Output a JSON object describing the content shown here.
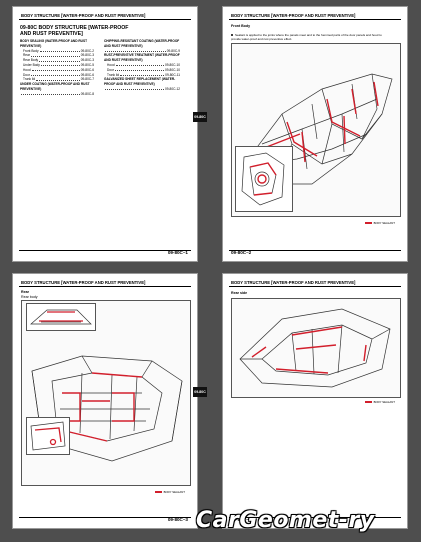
{
  "pages": [
    {
      "header": "BODY STRUCTURE [WATER-PROOF AND RUST PREVENTIVE]",
      "title": "09-80C BODY STRUCTURE [WATER-PROOF AND RUST PREVENTIVE]",
      "toc_left_heading": "BODY SEALING (WATER-PROOF AND RUST PREVENTIVE)",
      "toc_left": [
        {
          "label": "Front Body",
          "ref": "09-80C-2"
        },
        {
          "label": "Rear",
          "ref": "09-80C-3"
        },
        {
          "label": "Rear Body",
          "ref": "09-80C-3"
        },
        {
          "label": "Under Body",
          "ref": "09-80C-5"
        },
        {
          "label": "Hood",
          "ref": "09-80C-6"
        },
        {
          "label": "Door",
          "ref": "09-80C-6"
        },
        {
          "label": "Trunk lid",
          "ref": "09-80C-7"
        }
      ],
      "toc_left_heading2": "UNDER COATING (WATER-PROOF AND RUST PREVENTIVE)",
      "toc_left_heading2_ref": "09-80C-8",
      "toc_right_heading": "CHIPPING-RESISTANT COATING (WATER-PROOF AND RUST PREVENTIVE)",
      "toc_right_heading_ref": "09-80C-9",
      "toc_right_heading2": "RUST-PREVENTIVE TREATMENT (WATER-PROOF AND RUST PREVENTIVE)",
      "toc_right": [
        {
          "label": "Hood",
          "ref": "09-80C-10"
        },
        {
          "label": "Door",
          "ref": "09-80C-10"
        },
        {
          "label": "Trunk lid",
          "ref": "09-80C-11"
        }
      ],
      "toc_right_heading3": "GALVANIZED SHEET REPLACEMENT (WATER-PROOF AND RUST PREVENTIVE)",
      "toc_right_heading3_ref": "09-80C-12",
      "page_number": "09-80C–1"
    },
    {
      "header": "BODY STRUCTURE [WATER-PROOF AND RUST PREVENTIVE]",
      "section": "Front Body",
      "bullet": "Sealant is applied to the joints where the panels meet and to the hemmed parts of the door panels and hood to provide water-proof and rust preventive effect.",
      "legend": "BODY SEALANT",
      "page_number": "09-80C–2"
    },
    {
      "header": "BODY STRUCTURE [WATER-PROOF AND RUST PREVENTIVE]",
      "section": "Rear",
      "subsection": "Rear body",
      "legend": "BODY SEALANT",
      "page_number": "09-80C–3"
    },
    {
      "header": "BODY STRUCTURE [WATER-PROOF AND RUST PREVENTIVE]",
      "section": "Rear side",
      "legend": "BODY SEALANT",
      "page_number": "09-80C–4"
    }
  ],
  "side_tab": "09-80C",
  "watermark": "CarGeomet-ry",
  "colors": {
    "sealant": "#d21f2c",
    "background": "#4e4e4e"
  }
}
